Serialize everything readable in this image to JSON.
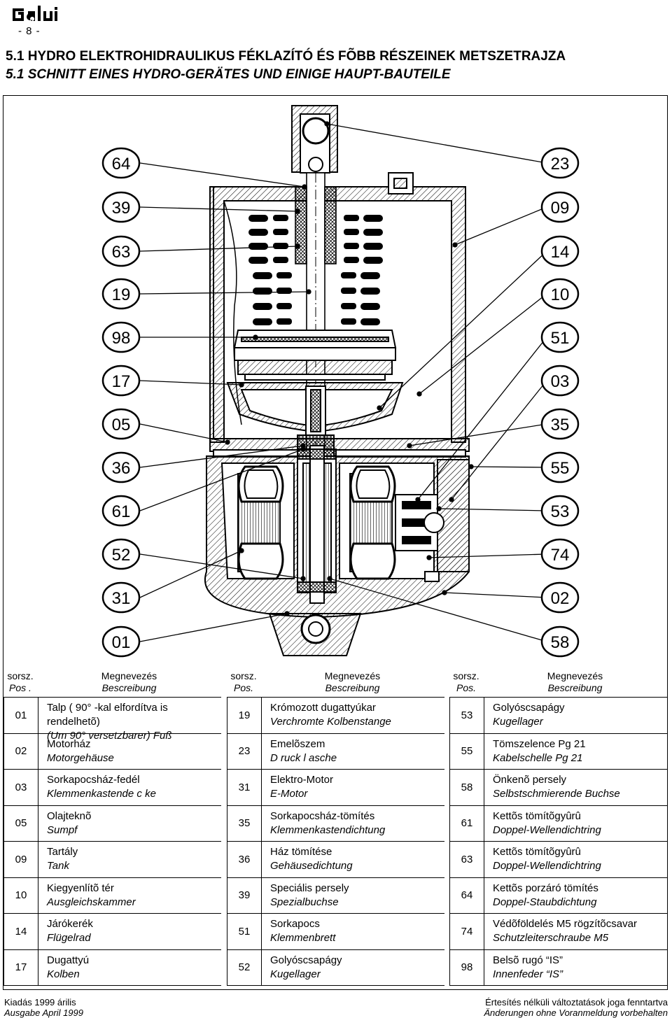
{
  "header": {
    "logo_text": "galvi",
    "page_number": "- 8 -",
    "title_hu": "5.1 HYDRO ELEKTROHIDRAULIKUS FÉKLAZÍTÓ ÉS FÕBB RÉSZEINEK METSZETRAJZA",
    "title_de": "5.1 SCHNITT EINES HYDRO-GERÄTES UND EINIGE HAUPT-BAUTEILE"
  },
  "drawing": {
    "callouts_left": [
      "64",
      "39",
      "63",
      "19",
      "98",
      "17",
      "05",
      "36",
      "61",
      "52",
      "31",
      "01"
    ],
    "callouts_right": [
      "23",
      "09",
      "14",
      "10",
      "51",
      "03",
      "35",
      "55",
      "53",
      "74",
      "02",
      "58"
    ]
  },
  "table": {
    "head_pos_hu": "sorsz.",
    "head_pos_de": "Pos.",
    "head_pos_de_first": "Pos .",
    "head_desc_hu": "Megnevezés",
    "head_desc_de": "Bescreibung",
    "columns": [
      [
        {
          "pos": "01",
          "hu": "Talp ( 90° -kal elfordítva is rendelhetõ)",
          "de": "(Um 90° versetzbarer) Fuß"
        },
        {
          "pos": "02",
          "hu": "Motorház",
          "de": "Motorgehäuse"
        },
        {
          "pos": "03",
          "hu": "Sorkapocsház-fedél",
          "de": "Klemmenkastende c ke"
        },
        {
          "pos": "05",
          "hu": "Olajteknõ",
          "de": "Sumpf"
        },
        {
          "pos": "09",
          "hu": "Tartály",
          "de": "Tank"
        },
        {
          "pos": "10",
          "hu": "Kiegyenlítõ tér",
          "de": "Ausgleichskammer"
        },
        {
          "pos": "14",
          "hu": "Járókerék",
          "de": "Flügelrad"
        },
        {
          "pos": "17",
          "hu": "Dugattyú",
          "de": "Kolben"
        }
      ],
      [
        {
          "pos": "19",
          "hu": "Krómozott dugattyúkar",
          "de": "Verchromte Kolbenstange"
        },
        {
          "pos": "23",
          "hu": "Emelõszem",
          "de": "D ruck l asche"
        },
        {
          "pos": "31",
          "hu": "Elektro-Motor",
          "de": "E-Motor"
        },
        {
          "pos": "35",
          "hu": "Sorkapocsház-tömítés",
          "de": "Klemmenkastendichtung"
        },
        {
          "pos": "36",
          "hu": "Ház tömítése",
          "de": "Gehäusedichtung"
        },
        {
          "pos": "39",
          "hu": "Speciális persely",
          "de": "Spezialbuchse"
        },
        {
          "pos": "51",
          "hu": "Sorkapocs",
          "de": "Klemmenbrett"
        },
        {
          "pos": "52",
          "hu": "Golyóscsapágy",
          "de": "Kugellager"
        }
      ],
      [
        {
          "pos": "53",
          "hu": "Golyóscsapágy",
          "de": "Kugellager"
        },
        {
          "pos": "55",
          "hu": "Tömszelence Pg 21",
          "de": "Kabelschelle Pg 21"
        },
        {
          "pos": "58",
          "hu": "Önkenõ persely",
          "de": "Selbstschmierende Buchse"
        },
        {
          "pos": "61",
          "hu": "Kettõs tömítõgyûrû",
          "de": "Doppel-Wellendichtring"
        },
        {
          "pos": "63",
          "hu": "Kettõs tömítõgyûrû",
          "de": "Doppel-Wellendichtring"
        },
        {
          "pos": "64",
          "hu": "Kettõs porzáró tömítés",
          "de": "Doppel-Staubdichtung"
        },
        {
          "pos": "74",
          "hu": "Védõföldelés M5 rögzítõcsavar",
          "de": "Schutzleiterschraube M5"
        },
        {
          "pos": "98",
          "hu": "Belsõ rugó “IS”",
          "de": "Innenfeder “IS”"
        }
      ]
    ]
  },
  "footer": {
    "issue_hu": "Kiadás 1999 árilis",
    "issue_de": "Ausgabe April 1999",
    "notice_hu": "Értesítés nélküli változtatások joga fenntartva",
    "notice_de": "Änderungen ohne Voranmeldung vorbehalten"
  }
}
